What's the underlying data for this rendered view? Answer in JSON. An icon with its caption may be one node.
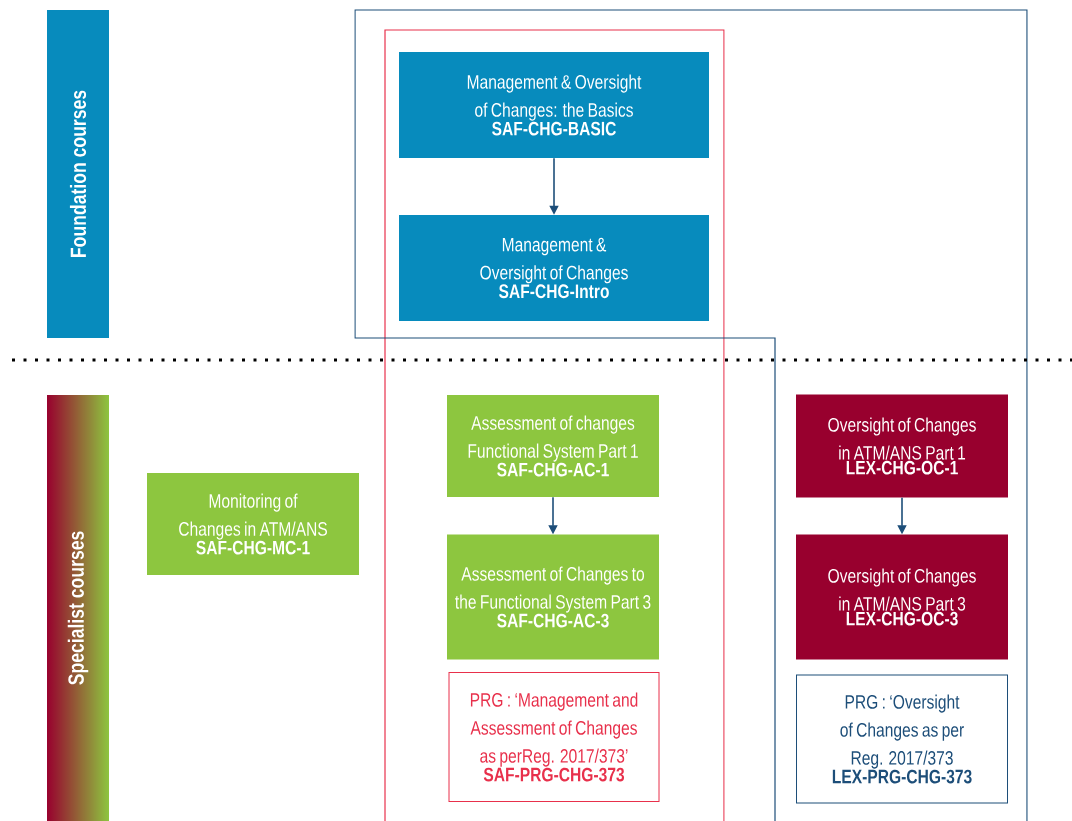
{
  "diagram": {
    "nodes": [
      {
        "text": [
          "Foundation courses"
        ]
      },
      {
        "text": [
          "Specialist courses"
        ]
      },
      {
        "text": [
          "Management & Oversight of Changes: the Basics",
          "SAF-CHG-BASIC"
        ]
      },
      {
        "text": [
          "Management & Oversight of Changes",
          "SAF-CHG-Intro"
        ]
      },
      {
        "text": [
          "Monitoring of Changes in ATM/ANS",
          "SAF-CHG-MC-1"
        ]
      },
      {
        "text": [
          "Assessment of changes Functional System Part 1",
          "SAF-CHG-AC-1"
        ]
      },
      {
        "text": [
          "Assessment of Changes to the Functional System Part 3",
          "SAF-CHG-AC-3"
        ]
      },
      {
        "text": [
          "PRG : ‘Management and Assessment of Changes as perReg. 2017/373’",
          "SAF-PRG-CHG-373"
        ]
      },
      {
        "text": [
          "Oversight of Changes in ATM/ANS Part 1",
          "LEX-CHG-OC-1"
        ]
      },
      {
        "text": [
          "Oversight of Changes in ATM/ANS Part 3",
          "LEX-CHG-OC-3"
        ]
      },
      {
        "text": [
          "PRG : ‘Oversight of Changes as per Reg. 2017/373",
          "LEX-PRG-CHG-373"
        ]
      }
    ],
    "edges": [
      {
        "from": 2,
        "to": 3,
        "arrow": "to"
      },
      {
        "from": 5,
        "to": 6,
        "arrow": "to"
      },
      {
        "from": 8,
        "to": 9,
        "arrow": "to"
      }
    ]
  }
}
